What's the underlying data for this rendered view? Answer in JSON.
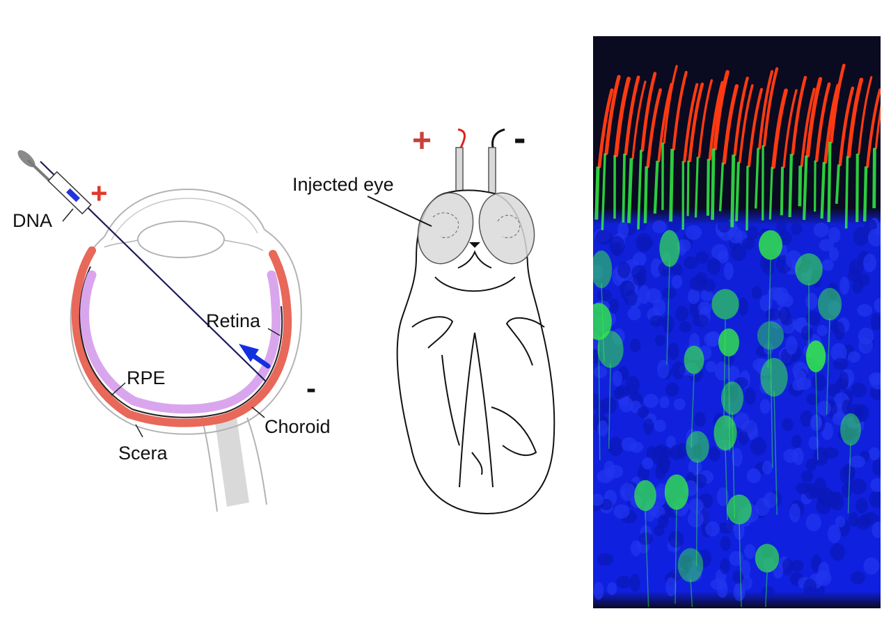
{
  "eye_diagram": {
    "labels": {
      "dna": "DNA",
      "retina": "Retina",
      "rpe": "RPE",
      "choroid": "Choroid",
      "sclera": "Scera"
    },
    "signs": {
      "positive": "+",
      "negative": "-"
    },
    "colors": {
      "retina": "#d9a6ee",
      "choroid": "#e8685a",
      "electrode_line": "#1a1a5e",
      "arrow": "#1330e0",
      "positive": "#e03a2c",
      "outline": "#b3b3b3"
    }
  },
  "mouse_diagram": {
    "labels": {
      "injected_eye": "Injected eye"
    },
    "signs": {
      "positive": "+",
      "negative": "-"
    },
    "colors": {
      "positive_lead": "#e02020",
      "negative_lead": "#111111",
      "positive_sign": "#c9403a",
      "eye_fill": "#d9d9d9"
    }
  },
  "micrograph": {
    "colors": {
      "background": "#0a0a0a",
      "outer_segments": "#ff3a12",
      "transfected_cells": "#33ee44",
      "nuclei": "#1020e0"
    }
  }
}
